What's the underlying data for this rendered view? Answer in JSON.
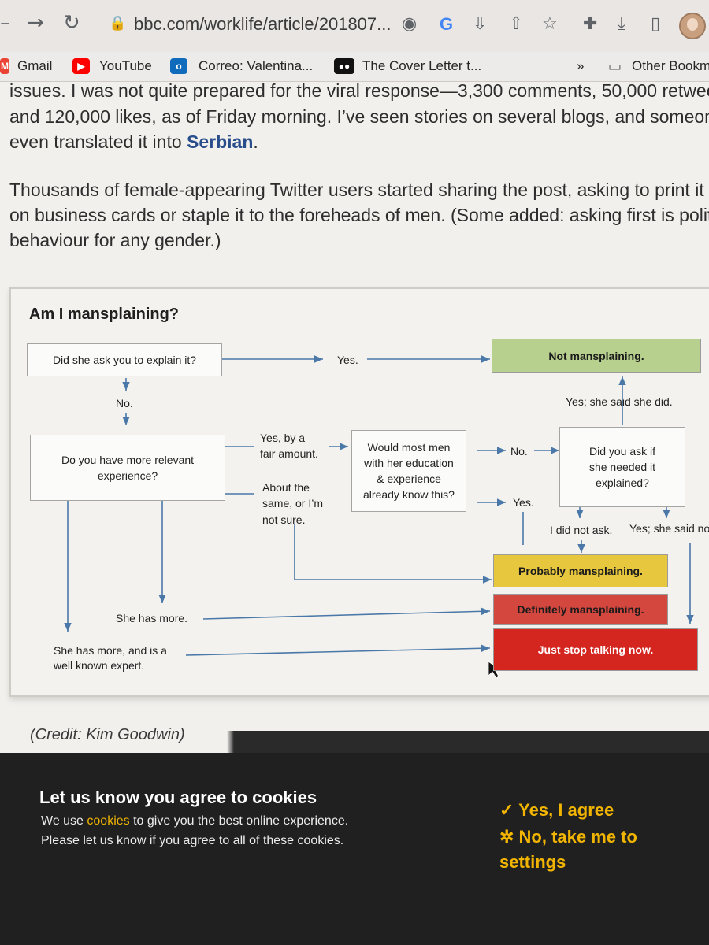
{
  "browser": {
    "url": "bbc.com/worklife/article/201807...",
    "bookmarks": [
      {
        "label": "Gmail",
        "icon": "gmail-icon"
      },
      {
        "label": "YouTube",
        "icon": "youtube-icon",
        "color": "#ff0000"
      },
      {
        "label": "Correo: Valentina...",
        "icon": "outlook-icon",
        "color": "#0f6cbd"
      },
      {
        "label": "The Cover Letter t...",
        "icon": "medium-icon",
        "color": "#111111"
      }
    ],
    "overflow_label": "»",
    "other_bookmarks": "Other Bookm"
  },
  "article": {
    "p1_line1": "issues. I was not quite prepared for the viral response—3,300 comments, 50,000 retwee",
    "p1_line2": "and 120,000 likes, as of Friday morning. I’ve seen stories on several blogs, and someone",
    "p1_line3_pre": "even translated it into ",
    "p1_link": "Serbian",
    "p1_line3_post": ".",
    "p2_line1": "Thousands of female-appearing Twitter users started sharing the post, asking to print it",
    "p2_line2": "on business cards or staple it to the foreheads of men. (Some added: asking first is polite",
    "p2_line3": "behaviour for any gender.)"
  },
  "flowchart": {
    "title": "Am I mansplaining?",
    "q1": "Did she ask you to explain it?",
    "q1_yes": "Yes.",
    "q1_no": "No.",
    "q2_line1": "Do you have more relevant",
    "q2_line2": "experience?",
    "q2_yes_l1": "Yes, by a",
    "q2_yes_l2": "fair amount.",
    "q2_same_l1": "About the",
    "q2_same_l2": "same, or I’m",
    "q2_same_l3": "not sure.",
    "q3_l1": "Would most men",
    "q3_l2": "with her education",
    "q3_l3": "& experience",
    "q3_l4": "already know this?",
    "q3_no": "No.",
    "q3_yes": "Yes.",
    "q4_l1": "Did you ask if",
    "q4_l2": "she needed it",
    "q4_l3": "explained?",
    "q4_yes_did": "Yes; she said she did.",
    "q4_not_ask": "I did not ask.",
    "q4_said_no": "Yes; she said no",
    "she_more": "She has more.",
    "she_expert_l1": "She has more, and is a",
    "she_expert_l2": "well known expert.",
    "out_not": "Not mansplaining.",
    "out_probably": "Probably mansplaining.",
    "out_definitely": "Definitely mansplaining.",
    "out_stop": "Just stop talking now.",
    "colors": {
      "not": "#b7d08e",
      "probably": "#e7c73d",
      "definitely": "#d3473f",
      "stop": "#d4251f",
      "arrow": "#4a78a8"
    }
  },
  "credit": "(Credit: Kim Goodwin)",
  "cookies": {
    "title": "Let us know you agree to cookies",
    "line1_pre": "We use ",
    "line1_link": "cookies",
    "line1_post": " to give you the best online experience.",
    "line2": "Please let us know if you agree to all of these cookies.",
    "agree": "✓ Yes, I agree",
    "settings_l1": "✲ No, take me to",
    "settings_l2": "settings"
  }
}
